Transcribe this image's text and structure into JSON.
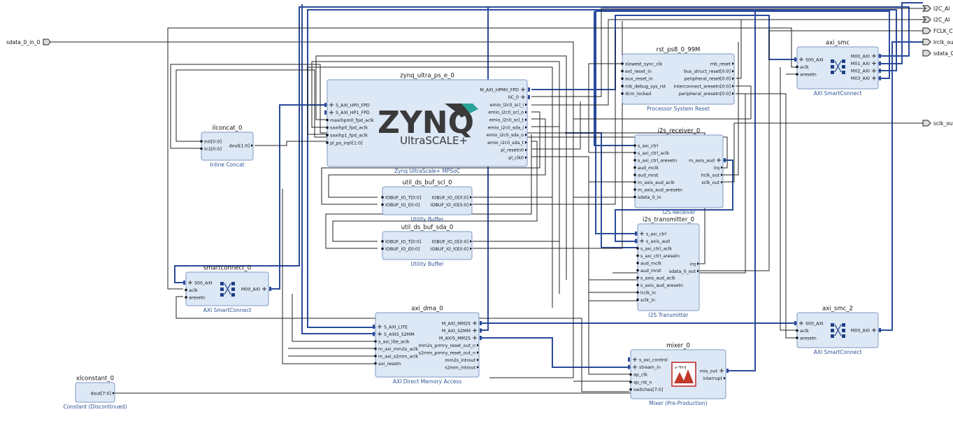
{
  "external_ports": {
    "sdata_in": "sdata_0_in_0",
    "i2c_a": "I2C_AI",
    "i2c_b": "I2C_AI",
    "fclk": "FCLK_C",
    "lrclk": "lrclk_ou",
    "sdata_out": "sdata_0",
    "sclk": "sclk_out"
  },
  "blocks": {
    "zynq": {
      "title": "zynq_ultra_ps_e_0",
      "subtitle": "Zynq UltraScale+ MPSoC",
      "logo_main": "ZYNQ",
      "logo_sub": "UltraSCALE+",
      "left_ports": [
        "S_AXI_HP0_FPD",
        "S_AXI_HP1_FPD",
        "maxihpm0_fpd_aclk",
        "saxihp0_fpd_aclk",
        "saxihp1_fpd_aclk",
        "pl_ps_irq0[1:0]"
      ],
      "right_ports": [
        "M_AXI_HPM0_FPD",
        "IIC_0",
        "emio_i2c0_scl_i",
        "emio_i2c0_scl_o",
        "emio_i2c0_scl_t",
        "emio_i2c0_sda_i",
        "emio_i2c0_sda_o",
        "emio_i2c0_sda_t",
        "pl_resetn0",
        "pl_clk0"
      ]
    },
    "ilconcat": {
      "title": "ilconcat_0",
      "subtitle": "Inline Concat",
      "left_ports": [
        "In0[0:0]",
        "In1[0:0]"
      ],
      "right_ports": [
        "dout[1:0]"
      ]
    },
    "util_scl": {
      "title": "util_ds_buf_scl_0",
      "subtitle": "Utility Buffer",
      "left_ports": [
        "IOBUF_IO_T[0:0]",
        "IOBUF_IO_I[0:0]"
      ],
      "right_ports": [
        "IOBUF_IO_O[0:0]",
        "IOBUF_IO_IO[0:0]"
      ]
    },
    "util_sda": {
      "title": "util_ds_buf_sda_0",
      "subtitle": "Utility Buffer",
      "left_ports": [
        "IOBUF_IO_T[0:0]",
        "IOBUF_IO_I[0:0]"
      ],
      "right_ports": [
        "IOBUF_IO_O[0:0]",
        "IOBUF_IO_IO[0:0]"
      ]
    },
    "rst": {
      "title": "rst_ps8_0_99M",
      "subtitle": "Processor System Reset",
      "left_ports": [
        "slowest_sync_clk",
        "ext_reset_in",
        "aux_reset_in",
        "mb_debug_sys_rst",
        "dcm_locked"
      ],
      "right_ports": [
        "mb_reset",
        "bus_struct_reset[0:0]",
        "peripheral_reset[0:0]",
        "interconnect_aresetn[0:0]",
        "peripheral_aresetn[0:0]"
      ]
    },
    "axi_smc": {
      "title": "axi_smc",
      "subtitle": "AXI SmartConnect",
      "left_ports": [
        "S00_AXI",
        "aclk",
        "aresetn"
      ],
      "right_ports": [
        "M00_AXI",
        "M01_AXI",
        "M02_AXI",
        "M03_AXI"
      ]
    },
    "i2s_rx": {
      "title": "i2s_receiver_0",
      "subtitle": "I2S Receiver",
      "left_ports": [
        "s_axi_ctrl",
        "s_axi_ctrl_aclk",
        "s_axi_ctrl_aresetn",
        "aud_mclk",
        "aud_mrst",
        "m_axis_aud_aclk",
        "m_axis_aud_aresetn",
        "sdata_0_in"
      ],
      "right_ports": [
        "m_axis_aud",
        "irq",
        "lrclk_out",
        "sclk_out"
      ]
    },
    "i2s_tx": {
      "title": "i2s_transmitter_0",
      "subtitle": "I2S Transmitter",
      "left_ports": [
        "s_axi_ctrl",
        "s_axis_aud",
        "s_axi_ctrl_aclk",
        "s_axi_ctrl_aresetn",
        "aud_mclk",
        "aud_mrst",
        "s_axis_aud_aclk",
        "s_axis_aud_aresetn",
        "lrclk_in",
        "sclk_in"
      ],
      "right_ports": [
        "irq",
        "sdata_0_out"
      ]
    },
    "smartconnect": {
      "title": "smartconnect_0",
      "subtitle": "AXI SmartConnect",
      "left_ports": [
        "S00_AXI",
        "aclk",
        "aresetn"
      ],
      "right_ports": [
        "M00_AXI"
      ]
    },
    "axi_dma": {
      "title": "axi_dma_0",
      "subtitle": "AXI Direct Memory Access",
      "left_ports": [
        "S_AXI_LITE",
        "S_AXIS_S2MM",
        "s_axi_lite_aclk",
        "m_axi_mm2s_aclk",
        "m_axi_s2mm_aclk",
        "axi_resetn"
      ],
      "right_ports": [
        "M_AXI_MM2S",
        "M_AXI_S2MM",
        "M_AXIS_MM2S",
        "mm2s_prmry_reset_out_n",
        "s2mm_prmry_reset_out_n",
        "mm2s_introut",
        "s2mm_introut"
      ]
    },
    "axi_smc_2": {
      "title": "axi_smc_2",
      "subtitle": "AXI SmartConnect",
      "left_ports": [
        "S00_AXI",
        "aclk",
        "aresetn"
      ],
      "right_ports": [
        "M00_AXI"
      ]
    },
    "mixer": {
      "title": "mixer_0",
      "subtitle": "Mixer (Pre-Production)",
      "left_ports": [
        "s_axi_control",
        "stream_in",
        "ap_clk",
        "ap_rst_n",
        "switches[7:0]"
      ],
      "right_ports": [
        "mix_out",
        "interrupt"
      ],
      "logo_text": "v·*H·§"
    },
    "xlconstant": {
      "title": "xlconstant_0",
      "subtitle": "Constant (Discontinued)",
      "left_ports": [],
      "right_ports": [
        "dout[7:0]"
      ]
    }
  },
  "colors": {
    "block_fill": "#dde8f6",
    "block_border": "#7e99c4",
    "bus_wire": "#2a4a9a",
    "net_wire": "#222222",
    "subtitle": "#2f5597"
  }
}
